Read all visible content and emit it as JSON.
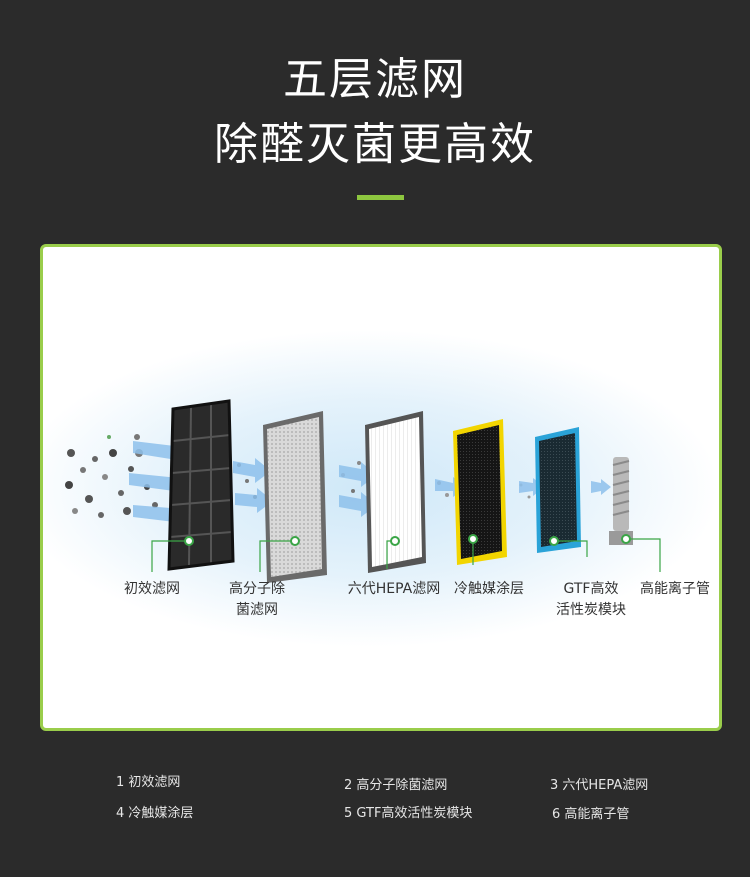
{
  "header": {
    "title_line1": "五层滤网",
    "title_line2": "除醛灭菌更高效"
  },
  "colors": {
    "background": "#2b2b2b",
    "accent_green": "#8dc63f",
    "panel_border": "#9acd4b",
    "filter_yellow": "#f2d500",
    "filter_blue": "#2aa3d8"
  },
  "diagram": {
    "labels": [
      {
        "line1": "初效滤网",
        "line2": ""
      },
      {
        "line1": "高分子除",
        "line2": "菌滤网"
      },
      {
        "line1": "六代HEPA滤网",
        "line2": ""
      },
      {
        "line1": "冷触媒涂层",
        "line2": ""
      },
      {
        "line1": "GTF高效",
        "line2": "活性炭模块"
      },
      {
        "line1": "高能离子管",
        "line2": ""
      }
    ]
  },
  "legend": [
    "1 初效滤网",
    "2 高分子除菌滤网",
    "3 六代HEPA滤网",
    "4 冷触媒涂层",
    "5 GTF高效活性炭模块",
    "6 高能离子管"
  ]
}
